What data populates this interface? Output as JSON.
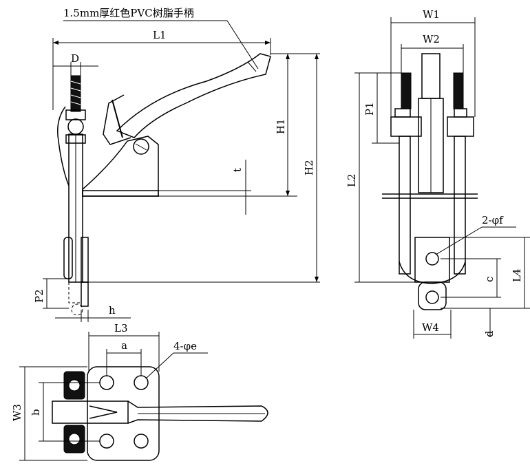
{
  "note": "1.5mm厚红色PVC树脂手柄",
  "labels": {
    "L1": "L1",
    "D": "D",
    "H1": "H1",
    "H2": "H2",
    "t": "t",
    "P2": "P2",
    "h": "h",
    "W1": "W1",
    "W2": "W2",
    "P1": "P1",
    "L2": "L2",
    "f": "2-φf",
    "L4": "L4",
    "c": "c",
    "d": "d",
    "W4": "W4",
    "L3": "L3",
    "a": "a",
    "e": "4-φe",
    "W3": "W3",
    "b": "b"
  }
}
